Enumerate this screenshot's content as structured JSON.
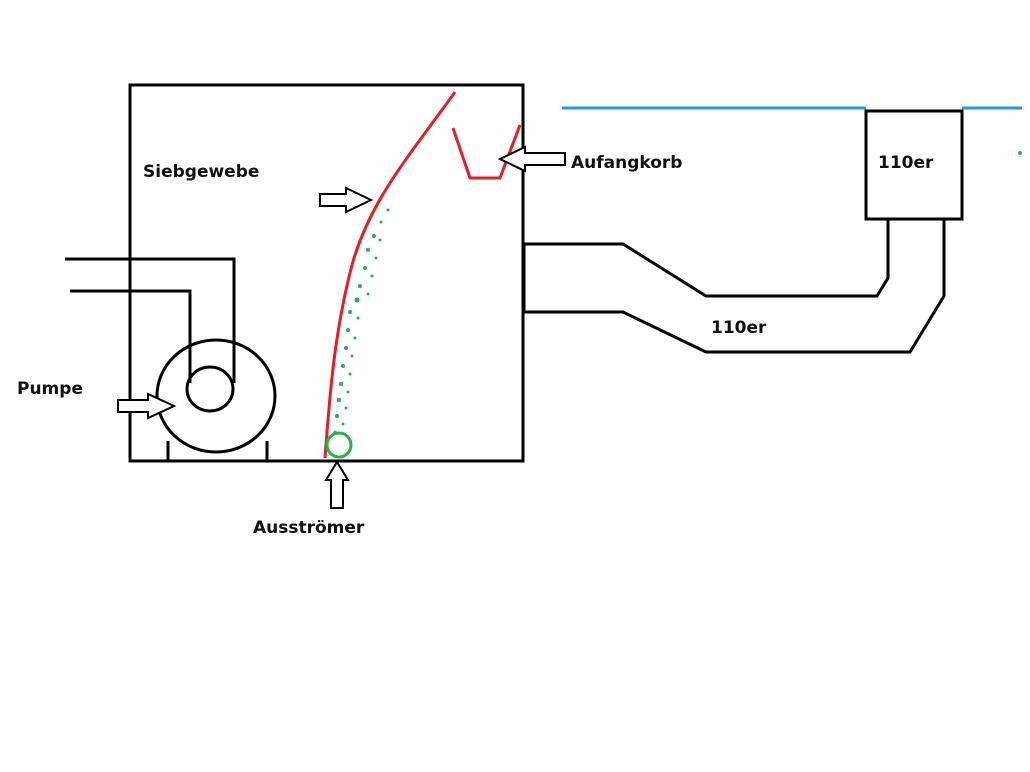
{
  "labels": {
    "siebgewebe": "Siebgewebe",
    "aufangkorb": "Aufangkorb",
    "pumpe": "Pumpe",
    "ausstroemer": "Ausströmer",
    "box_110er": "110er",
    "pipe_110er": "110er"
  },
  "colors": {
    "outline": "#000000",
    "sieve": "#e41e26",
    "bubbles": "#22b14c",
    "water": "#1e9be6"
  }
}
